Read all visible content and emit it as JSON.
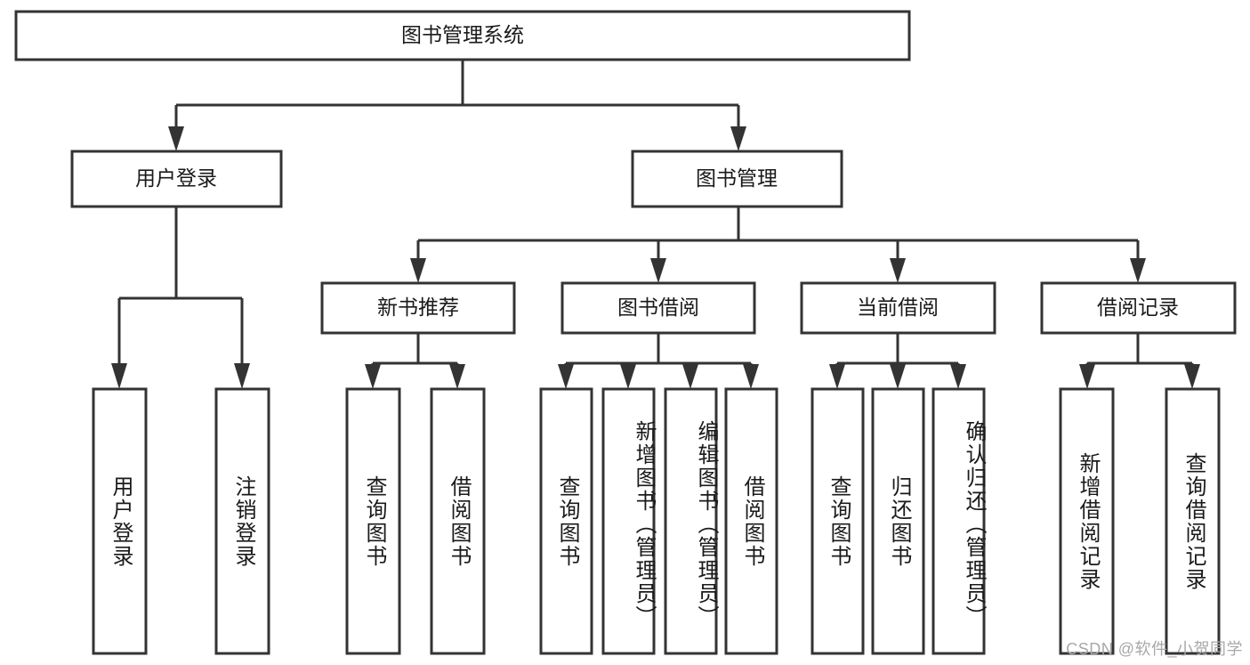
{
  "diagram": {
    "title": "图书管理系统",
    "type": "tree-hierarchy",
    "root": {
      "label": "图书管理系统",
      "orientation": "horizontal"
    },
    "level2": [
      {
        "label": "用户登录",
        "orientation": "horizontal"
      },
      {
        "label": "图书管理",
        "orientation": "horizontal"
      }
    ],
    "level3": [
      {
        "label": "新书推荐",
        "orientation": "horizontal"
      },
      {
        "label": "图书借阅",
        "orientation": "horizontal"
      },
      {
        "label": "当前借阅",
        "orientation": "horizontal"
      },
      {
        "label": "借阅记录",
        "orientation": "horizontal"
      }
    ],
    "leaves": {
      "user_login": [
        {
          "label": "用户登录",
          "orientation": "vertical"
        },
        {
          "label": "注销登录",
          "orientation": "vertical"
        }
      ],
      "new_book_recommend": [
        {
          "label": "查询图书",
          "orientation": "vertical"
        },
        {
          "label": "借阅图书",
          "orientation": "vertical"
        }
      ],
      "book_borrow": [
        {
          "label": "查询图书",
          "orientation": "vertical"
        },
        {
          "label": "新增图书（管理员）",
          "orientation": "vertical"
        },
        {
          "label": "编辑图书（管理员）",
          "orientation": "vertical"
        },
        {
          "label": "借阅图书",
          "orientation": "vertical"
        }
      ],
      "current_borrow": [
        {
          "label": "查询图书",
          "orientation": "vertical"
        },
        {
          "label": "归还图书",
          "orientation": "vertical"
        },
        {
          "label": "确认归还（管理员）",
          "orientation": "vertical"
        }
      ],
      "borrow_record": [
        {
          "label": "新增借阅记录",
          "orientation": "vertical"
        },
        {
          "label": "查询借阅记录",
          "orientation": "vertical"
        }
      ]
    },
    "colors": {
      "box_stroke": "#333333",
      "box_fill": "#ffffff",
      "text": "#1a1a1a",
      "watermark": "#a8a8a8",
      "background": "#ffffff"
    }
  },
  "watermark": {
    "text": "CSDN @软件_小贺同学"
  }
}
